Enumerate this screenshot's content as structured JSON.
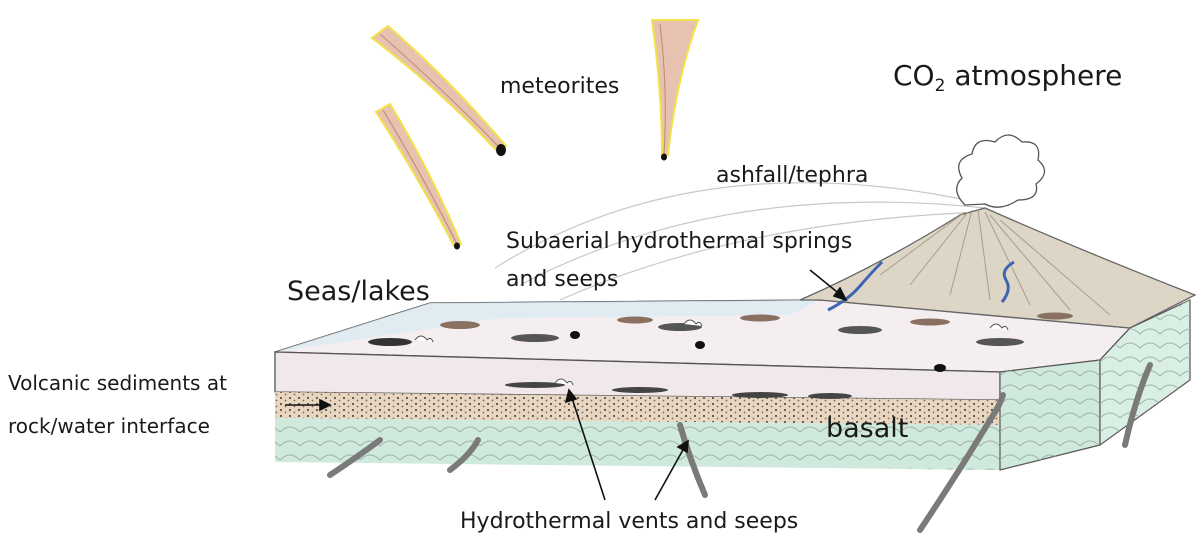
{
  "labels": {
    "meteorites": "meteorites",
    "co2_prefix": "CO",
    "co2_subscript": "2",
    "co2_suffix": " atmosphere",
    "ashfall": "ashfall/tephra",
    "subaerial_line1": "Subaerial hydrothermal springs",
    "subaerial_line2": "and seeps",
    "seas_lakes": "Seas/lakes",
    "volcanic_line1": "Volcanic sediments at",
    "volcanic_line2": "rock/water interface",
    "basalt": "basalt",
    "hydrothermal_vents": "Hydrothermal vents and seeps"
  },
  "colors": {
    "meteor_trail": "#e8c2b0",
    "meteor_glow": "#f2e24a",
    "water": "#cfe3ee",
    "sediment": "#e8d6c0",
    "basalt": "#cfe9dc",
    "volcano": "#ddd6c6",
    "ink": "#1a1a1a",
    "stream": "#3f64b5"
  }
}
